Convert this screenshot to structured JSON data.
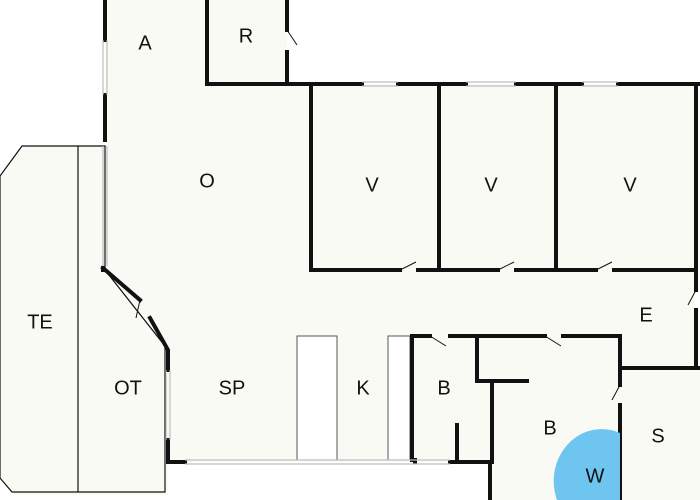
{
  "colors": {
    "background": "#ffffff",
    "floor": "#fafaf5",
    "wall": "#111111",
    "window": "#bdbdbd",
    "counter": "#ffffff",
    "wc_circle": "#6ec6f0"
  },
  "rooms": {
    "a": "A",
    "r": "R",
    "o": "O",
    "v1": "V",
    "v2": "V",
    "v3": "V",
    "e": "E",
    "te": "TE",
    "ot": "OT",
    "sp": "SP",
    "k": "K",
    "b1": "B",
    "b2": "B",
    "s": "S",
    "w": "W"
  }
}
